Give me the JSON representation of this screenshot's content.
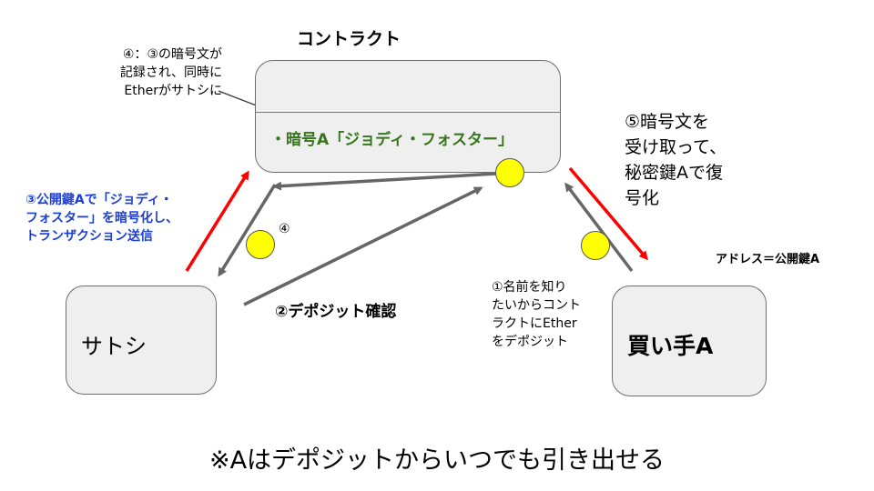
{
  "contract": {
    "title": "コントラクト",
    "content": "・暗号A「ジョディ・フォスター」"
  },
  "satoshi": {
    "label": "サトシ"
  },
  "buyer": {
    "label": "買い手A",
    "address": "アドレス＝公開鍵A"
  },
  "steps": {
    "step1": "①名前を知り\nたいからコント\nラクトにEther\nをデポジット",
    "step2": "②デポジット確認",
    "step3": "③公開鍵Aで「ジョディ・\nフォスター」を暗号化し、\nトランザクション送信",
    "step4_note": "④：③の暗号文が\n記録され、同時に\nEtherがサトシに",
    "step4_label": "④",
    "step5": "⑤暗号文を\n受け取って、\n秘密鍵Aで復\n号化"
  },
  "footer": "※Aはデポジットからいつでも引き出せる",
  "colors": {
    "green_text": "#38761d",
    "blue_text": "#1c3fd6",
    "red_arrow": "#ff0000",
    "gray_arrow": "#666666",
    "coin": "#ffff00"
  }
}
